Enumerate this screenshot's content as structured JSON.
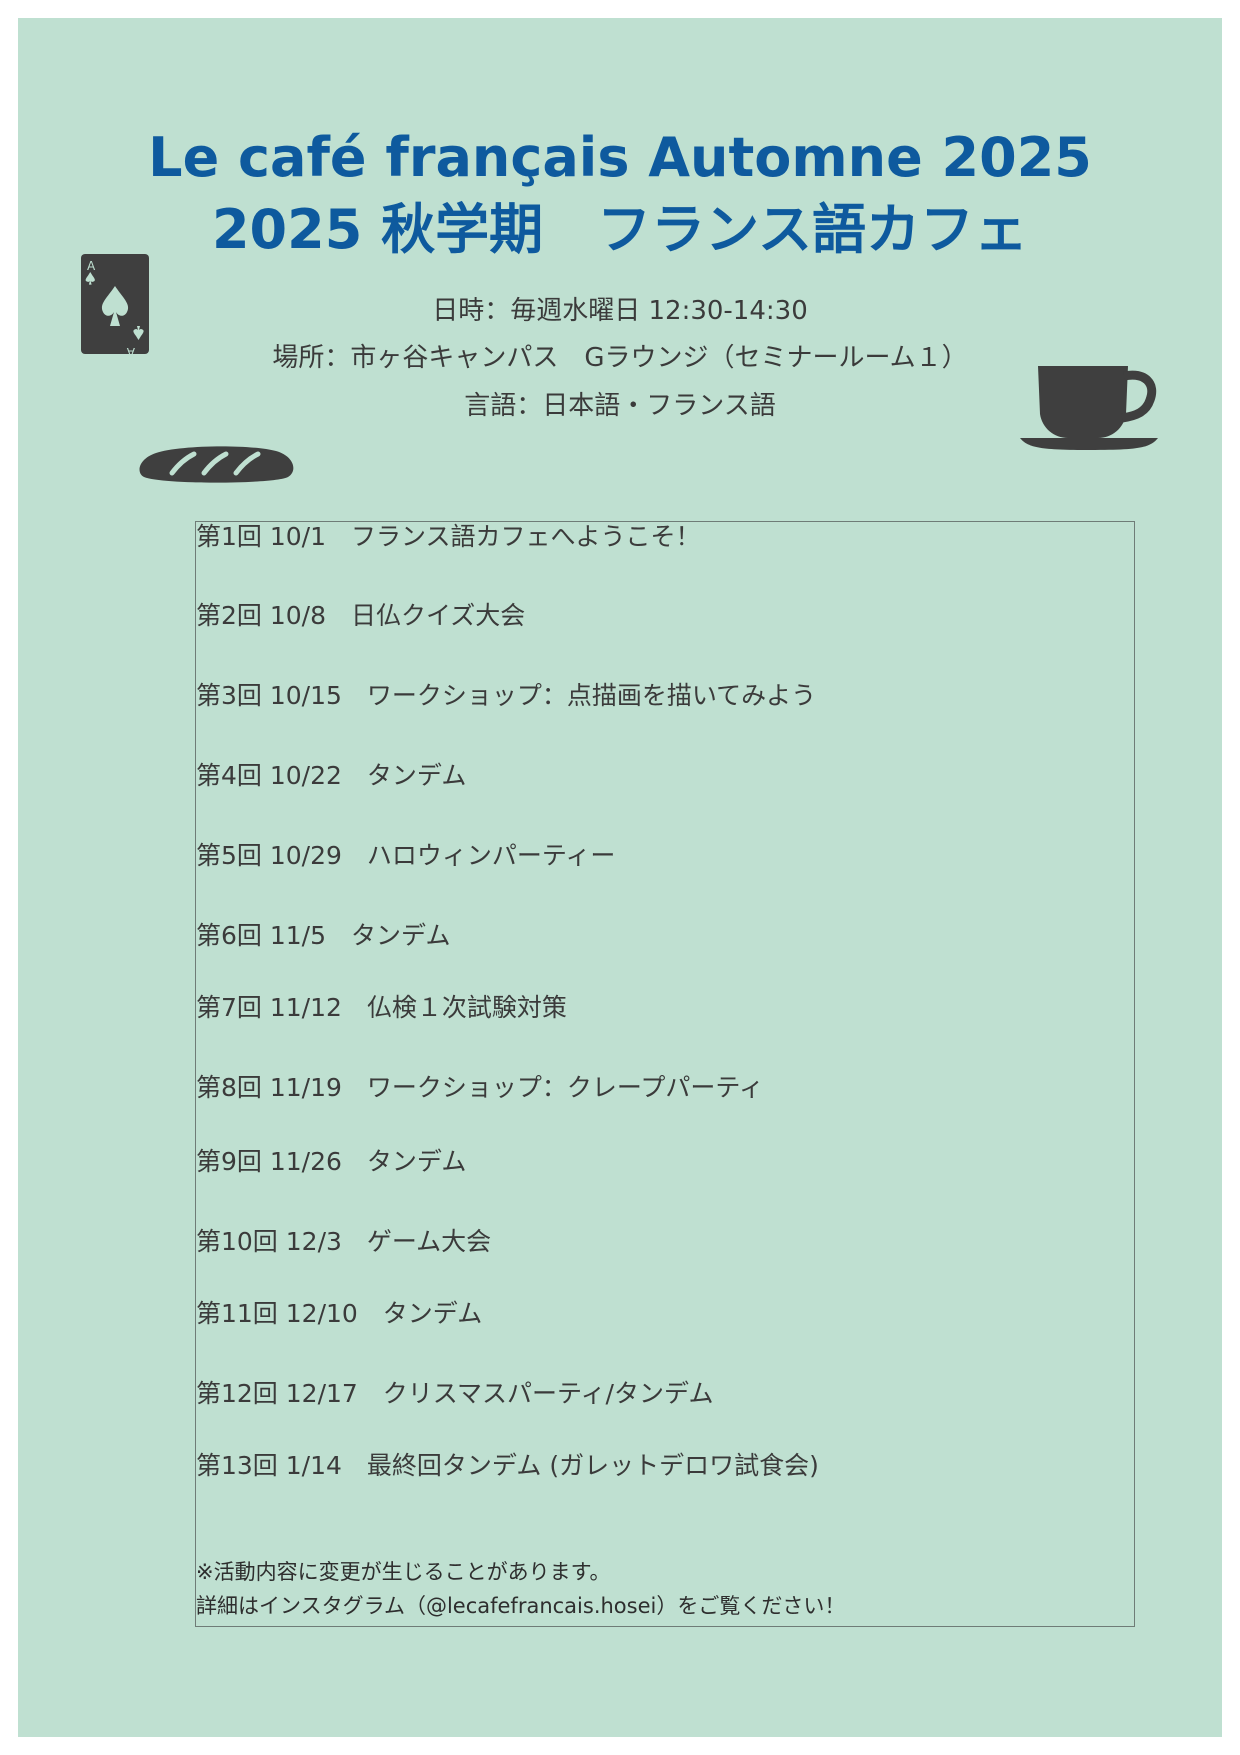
{
  "title": {
    "line1": "Le café français Automne 2025",
    "line2": "2025 秋学期　フランス語カフェ"
  },
  "info": {
    "datetime": "日時：毎週水曜日 12:30-14:30",
    "place": "場所：市ヶ谷キャンパス　Gラウンジ（セミナールーム１）",
    "language": "言語：日本語・フランス語"
  },
  "sessions": [
    "第1回 10/1　フランス語カフェへようこそ！",
    "第2回 10/8　日仏クイズ大会",
    "第3回 10/15　ワークショップ：点描画を描いてみよう",
    "第4回 10/22　タンデム",
    "第5回 10/29　ハロウィンパーティー",
    "第6回 11/5　タンデム",
    "第7回 11/12　仏検１次試験対策",
    "第8回 11/19　ワークショップ：クレープパーティ",
    "第9回 11/26　タンデム",
    "第10回 12/3　ゲーム大会",
    "第11回 12/10　タンデム",
    "第12回 12/17　クリスマスパーティ/タンデム",
    "第13回 1/14　最終回タンデム (ガレットデロワ試食会)"
  ],
  "notes": {
    "line1": "※活動内容に変更が生じることがあります。",
    "line2": "詳細はインスタグラム（@lecafefrancais.hosei）をご覧ください！"
  },
  "card": {
    "rank": "A"
  },
  "icons": {
    "card": "ace-of-spades-icon",
    "bread": "baguette-icon",
    "cup": "coffee-cup-icon"
  },
  "colors": {
    "background": "#bfe0d1",
    "title": "#0e5a9e",
    "text": "#3b3b3b",
    "icon": "#3f3f3f"
  }
}
